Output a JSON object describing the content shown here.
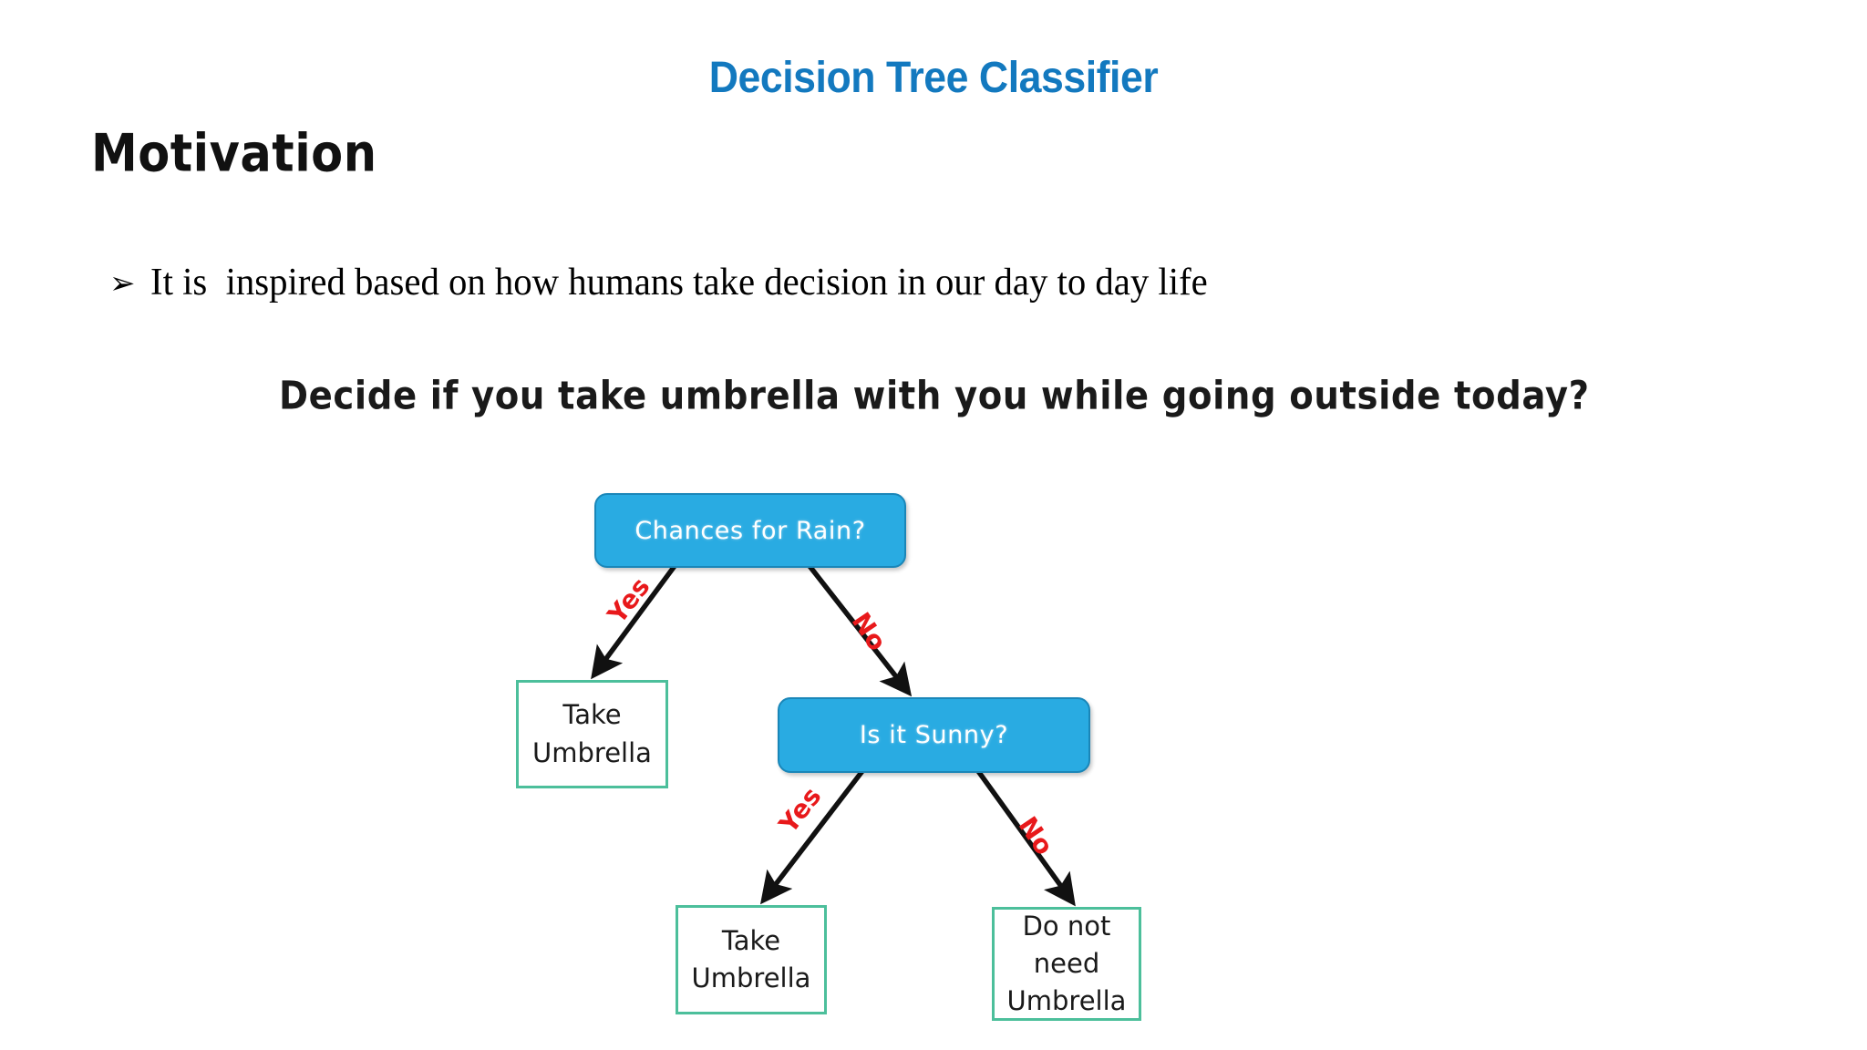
{
  "slide": {
    "title": "Decision Tree Classifier",
    "title_color": "#1379bf",
    "section_heading": "Motivation",
    "bullet_marker": "➢",
    "bullet_text": "It is  inspired based on how humans take decision in our day to day life",
    "question_prompt": "Decide if you take umbrella with you while going outside today?"
  },
  "chart_data": {
    "type": "diagram",
    "diagram_kind": "decision-tree",
    "title": "Decide if you take umbrella with you while going outside today?",
    "colors": {
      "decision_node_fill": "#29abe2",
      "decision_node_border": "#1a86b8",
      "decision_node_text": "#ffffff",
      "leaf_node_fill": "#ffffff",
      "leaf_node_border": "#4cbf9b",
      "leaf_node_text": "#1a1a1a",
      "edge_stroke": "#111111",
      "edge_label": "#e8191b",
      "title_blue": "#1379bf"
    },
    "nodes": [
      {
        "id": "chances-for-rain",
        "kind": "decision",
        "label": "Chances for Rain?"
      },
      {
        "id": "take-umbrella-1",
        "kind": "leaf",
        "label": "Take Umbrella",
        "lines": [
          "Take",
          "Umbrella"
        ]
      },
      {
        "id": "is-it-sunny",
        "kind": "decision",
        "label": "Is it Sunny?"
      },
      {
        "id": "take-umbrella-2",
        "kind": "leaf",
        "label": "Take Umbrella",
        "lines": [
          "Take",
          "Umbrella"
        ]
      },
      {
        "id": "do-not-need",
        "kind": "leaf",
        "label": "Do not need Umbrella",
        "lines": [
          "Do not",
          "need",
          "Umbrella"
        ]
      }
    ],
    "edges": [
      {
        "from": "chances-for-rain",
        "to": "take-umbrella-1",
        "label": "Yes"
      },
      {
        "from": "chances-for-rain",
        "to": "is-it-sunny",
        "label": "No"
      },
      {
        "from": "is-it-sunny",
        "to": "take-umbrella-2",
        "label": "Yes"
      },
      {
        "from": "is-it-sunny",
        "to": "do-not-need",
        "label": "No"
      }
    ]
  }
}
